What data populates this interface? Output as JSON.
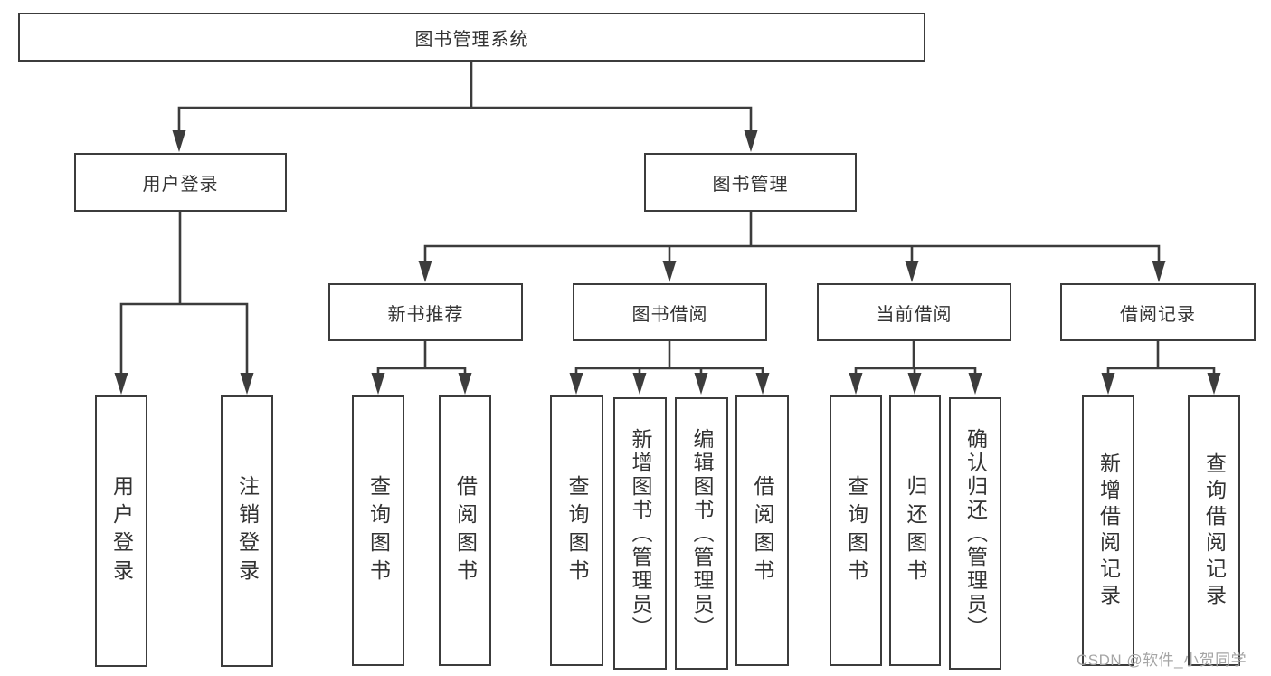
{
  "tree": {
    "root": {
      "label": "图书管理系统"
    },
    "branches": [
      {
        "label": "用户登录",
        "children": [
          {
            "label": "用户登录"
          },
          {
            "label": "注销登录"
          }
        ]
      },
      {
        "label": "图书管理",
        "children": [
          {
            "label": "新书推荐",
            "children": [
              {
                "label": "查询图书"
              },
              {
                "label": "借阅图书"
              }
            ]
          },
          {
            "label": "图书借阅",
            "children": [
              {
                "label": "查询图书"
              },
              {
                "label": "新增图书（管理员）"
              },
              {
                "label": "编辑图书（管理员）"
              },
              {
                "label": "借阅图书"
              }
            ]
          },
          {
            "label": "当前借阅",
            "children": [
              {
                "label": "查询图书"
              },
              {
                "label": "归还图书"
              },
              {
                "label": "确认归还（管理员）"
              }
            ]
          },
          {
            "label": "借阅记录",
            "children": [
              {
                "label": "新增借阅记录"
              },
              {
                "label": "查询借阅记录"
              }
            ]
          }
        ]
      }
    ]
  },
  "watermark": {
    "text": "CSDN @软件_小贺同学"
  },
  "colors": {
    "line": "#3c3c3c",
    "box_border": "#3c3c3c",
    "text": "#333333",
    "watermark": "#a5a5a5",
    "background": "#ffffff"
  }
}
